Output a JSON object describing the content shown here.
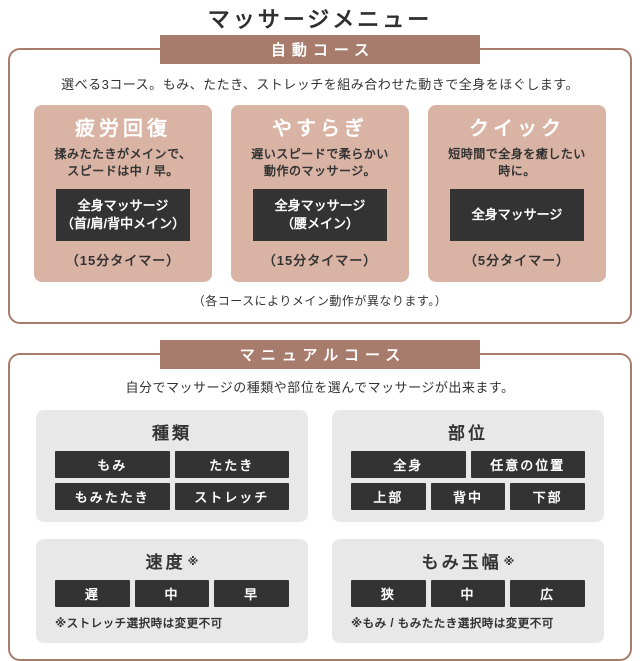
{
  "page": {
    "title": "マッサージメニュー"
  },
  "colors": {
    "accent": "#a87c6d",
    "card_background": "#d9b3a4",
    "panel_background": "#e8e8e8",
    "option_button_background": "#333333"
  },
  "auto_section": {
    "header": "自動コース",
    "description": "選べる3コース。もみ、たたき、ストレッチを組み合わせた動きで全身をほぐします。",
    "note": "（各コースによりメイン動作が異なります。）",
    "courses": [
      {
        "name": "疲労回復",
        "desc_line1": "揉みたたきがメインで、",
        "desc_line2": "スピードは中 / 早。",
        "mode_line1": "全身マッサージ",
        "mode_line2": "（首/肩/背中メイン）",
        "timer": "（15分タイマー）"
      },
      {
        "name": "やすらぎ",
        "desc_line1": "遅いスピードで柔らかい",
        "desc_line2": "動作のマッサージ。",
        "mode_line1": "全身マッサージ",
        "mode_line2": "（腰メイン）",
        "timer": "（15分タイマー）"
      },
      {
        "name": "クイック",
        "desc_line1": "短時間で全身を癒したい",
        "desc_line2": "時に。",
        "mode_line1": "全身マッサージ",
        "mode_line2": "",
        "timer": "（5分タイマー）"
      }
    ]
  },
  "manual_section": {
    "header": "マニュアルコース",
    "description": "自分でマッサージの種類や部位を選んでマッサージが出来ます。",
    "panels": [
      {
        "title": "種類",
        "rows": [
          [
            "もみ",
            "たたき"
          ],
          [
            "もみたたき",
            "ストレッチ"
          ]
        ]
      },
      {
        "title": "部位",
        "rows": [
          [
            "全身",
            "任意の位置"
          ],
          [
            "上部",
            "背中",
            "下部"
          ]
        ]
      },
      {
        "title": "速度",
        "title_mark": "※",
        "rows": [
          [
            "遅",
            "中",
            "早"
          ]
        ],
        "note": "※ストレッチ選択時は変更不可"
      },
      {
        "title": "もみ玉幅",
        "title_mark": "※",
        "rows": [
          [
            "狭",
            "中",
            "広"
          ]
        ],
        "note": "※もみ / もみたたき選択時は変更不可"
      }
    ]
  }
}
